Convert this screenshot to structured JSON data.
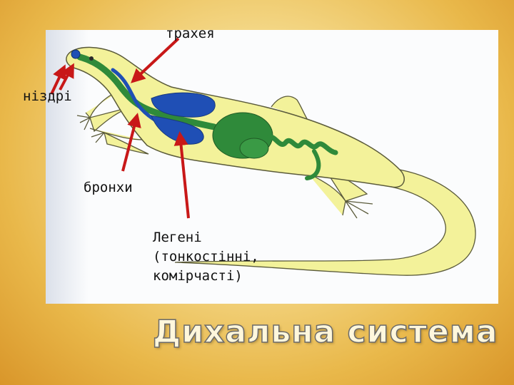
{
  "title": "Дихальна система",
  "labels": {
    "trachea": "трахея",
    "nostrils": "ніздрі",
    "bronchi": "бронхи",
    "lungs": "Легені\n(тонкостінні,\nкомірчасті)"
  },
  "colors": {
    "body": "#f3f29a",
    "outline": "#5a5a3a",
    "organs": "#2f8a3a",
    "lungs": "#1f4fb5",
    "arrows": "#c81818"
  }
}
